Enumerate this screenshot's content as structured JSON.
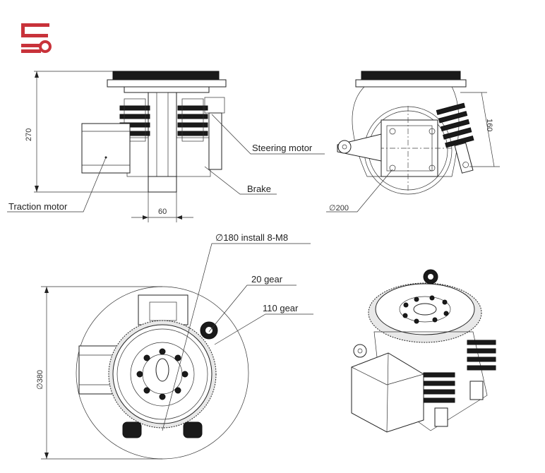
{
  "labels": {
    "steering_motor": "Steering motor",
    "brake": "Brake",
    "traction_motor": "Traction motor",
    "install": "∅180 install 8-M8",
    "gear20": "20 gear",
    "gear110": "110 gear"
  },
  "dimensions": {
    "height": "270",
    "width": "60",
    "spring": "160",
    "diameter_wheel": "∅200",
    "diameter_outer": "∅380"
  },
  "colors": {
    "logo": "#c8323a",
    "line": "#222222"
  },
  "icons": {
    "logo": "brand-logo-icon"
  }
}
